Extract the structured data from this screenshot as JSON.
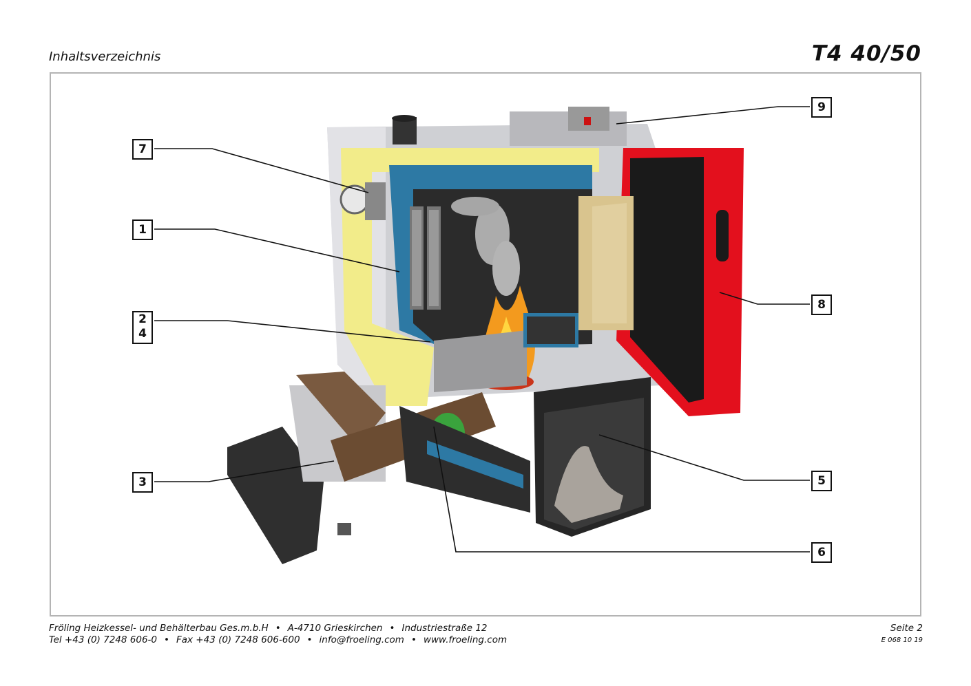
{
  "header": {
    "section": "Inhaltsverzeichnis",
    "model": "T4 40/50"
  },
  "callouts": [
    "1",
    "2",
    "4",
    "3",
    "5",
    "6",
    "7",
    "8",
    "9"
  ],
  "footer": {
    "company": "Fröling Heizkessel- und Behälterbau Ges.m.b.H",
    "address_city": "A-4710 Grieskirchen",
    "address_street": "Industriestraße 12",
    "phone": "Tel +43 (0) 7248 606-0",
    "fax": "Fax +43 (0) 7248 606-600",
    "email": "info@froeling.com",
    "web": "www.froeling.com",
    "bullet": "•",
    "page": "Seite 2",
    "doc_code": "E 068 10 19"
  }
}
